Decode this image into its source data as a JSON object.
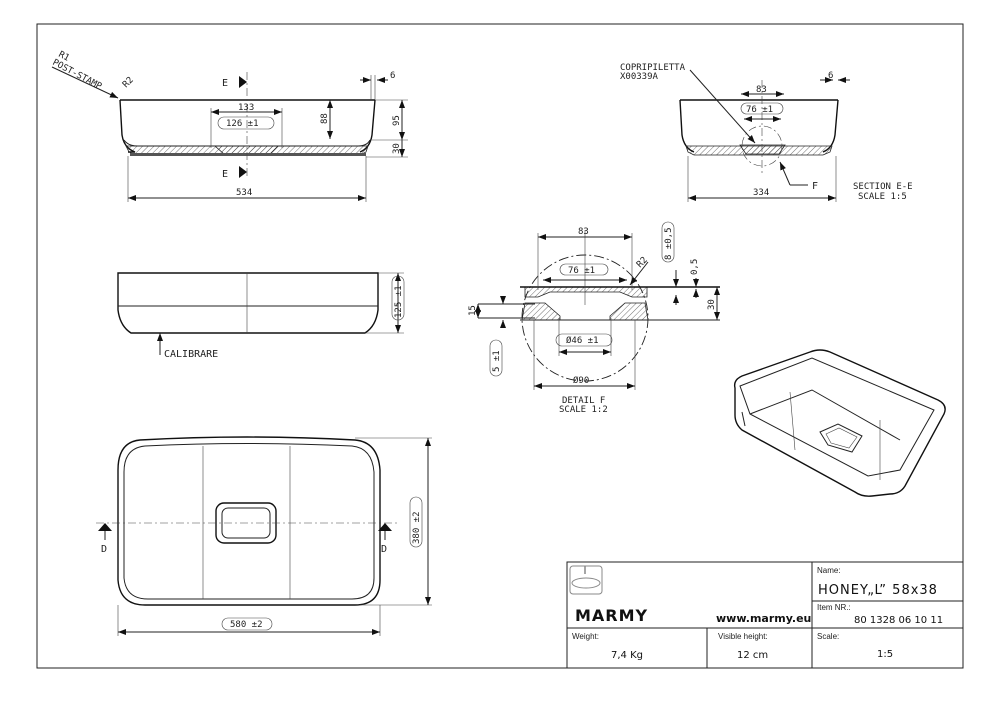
{
  "front_section": {
    "note_r1": "R1",
    "note_post_stamp": "POST-STAMP",
    "note_r2": "R2",
    "section_mark_top": "E",
    "section_mark_bottom": "E",
    "dim_wall": "6",
    "dim_133": "133",
    "dim_126": "126 ±1",
    "dim_88": "88",
    "dim_95": "95",
    "dim_30": "30",
    "dim_534": "534"
  },
  "section_ee": {
    "copripiletta": "COPRIPILETTA",
    "code": "X00339A",
    "dim_83": "83",
    "dim_76": "76 ±1",
    "dim_wall": "6",
    "dim_334": "334",
    "detail_ref": "F",
    "title": "SECTION E-E",
    "scale": "SCALE 1:5"
  },
  "side_view": {
    "dim_125": "125 ±1",
    "calibrare": "CALIBRARE"
  },
  "detail_f": {
    "dim_83": "83",
    "dim_76": "76 ±1",
    "dim_r2": "R2",
    "dim_8": "8 ±0,5",
    "dim_05": "0,5",
    "dim_30": "30",
    "dim_15": "15",
    "dim_5": "5 ±1",
    "dim_46": "Ø46 ±1",
    "dim_90": "Ø90",
    "title": "DETAIL F",
    "scale": "SCALE 1:2"
  },
  "top_view": {
    "section_mark_left": "D",
    "section_mark_right": "D",
    "dim_580": "580 ±2",
    "dim_380": "380 ±2"
  },
  "title_block": {
    "brand": "MARMY",
    "website": "www.marmy.eu",
    "name_label": "Name:",
    "name_value": "HONEY„L” 58x38",
    "item_label": "Item NR.:",
    "item_value": "80 1328 06 10 11",
    "weight_label": "Weight:",
    "weight_value": "7,4 Kg",
    "height_label": "Visible height:",
    "height_value": "12 cm",
    "scale_label": "Scale:",
    "scale_value": "1:5"
  }
}
